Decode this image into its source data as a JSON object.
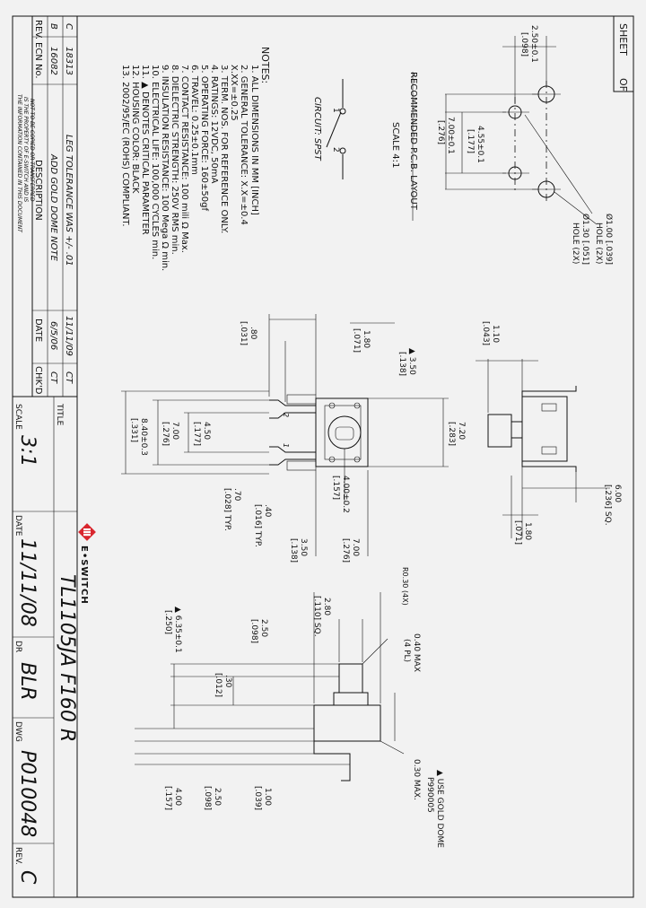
{
  "sheet_header": {
    "sheet": "SHEET",
    "of": "OF"
  },
  "revisions": {
    "headers": [
      "REV.",
      "ECN No.",
      "DESCRIPTION",
      "DATE",
      "CHK'D"
    ],
    "rows": [
      {
        "rev": "C",
        "ecn": "18313",
        "desc": "LEG TOLERANCE WAS +/- .01",
        "date": "11/11/09",
        "chk": "CT"
      },
      {
        "rev": "B",
        "ecn": "16082",
        "desc": "ADD GOLD DOME NOTE",
        "date": "6/5/06",
        "chk": "CT"
      }
    ],
    "disclaimer": [
      "THE INFORMATION CONTAINED IN THIS DOCUMENT",
      "IS THE PROPERTY OF E-SWITCH AND IS",
      "NOT TO BE COPIED OR TRANSFERRED"
    ]
  },
  "notes": {
    "title": "NOTES:",
    "items": [
      "1. ALL DIMENSIONS IN MM [INCH]",
      "2. GENERAL TOLERANCE: X.X=±0.4",
      "          X.XX=±0.25",
      "3. TERM. NOS. FOR REFERENCE ONLY.",
      "4. RATINGS: 12VDC, 50mA",
      "5. OPERATING FORCE: 160±50gf",
      "6. TRAVEL: 0.25±0.1mm",
      "7. CONTACT RESISTANCE: 100 mili Ω Max.",
      "8. DIELECTRIC STRENGTH: 250V RMS min.",
      "9. INSULATION RESISTANCE: 100 Mega Ω min.",
      "10. ELECTRICAL LIFE: 100,000 CYCLES min.",
      "11. ▲ DENOTES CRITICAL PARAMETER",
      "12. HOUSING COLOR: BLACK",
      "13. 2002/95/EC (ROHS) COMPLIANT."
    ]
  },
  "pcb_layout": {
    "title": "RECOMMENDED P.C.B. LAYOUT",
    "scale": "SCALE  4:1",
    "hole_small": [
      "Ø1.00 [.039]",
      "HOLE (2X)"
    ],
    "hole_large": [
      "Ø1.30 [.051]",
      "HOLE (2X)"
    ],
    "dims": [
      "2.50±0.1",
      "[.098]",
      "4.55±0.1",
      "[.177]",
      "7.00±0.1",
      "[.276]"
    ]
  },
  "circuit": {
    "label": "CIRCUIT: SPST",
    "pin1": "1",
    "pin2": "2"
  },
  "side_view_dims": [
    "1.10",
    "[.043]",
    "6.00",
    "[.236] SQ.",
    "1.80",
    "[.071]"
  ],
  "top_view_dims": {
    "top": [
      "1.80",
      "[.071]",
      ".80",
      "[.031]",
      "▲ 3.50",
      "[.138]"
    ],
    "left": [
      "4.50",
      "[.177]",
      "7.00",
      "[.276]",
      "8.40±0.3",
      "[.331]"
    ],
    "right": [
      "7.20",
      "[.283]"
    ],
    "bottom": [
      "4.00±0.2",
      "[.157]",
      "7.00",
      "[.276]",
      ".40",
      "[.016] TYP.",
      ".70",
      "[.028] TYP.",
      "3.50",
      "[.138]"
    ],
    "pins": [
      "2",
      "1",
      "2",
      "1"
    ]
  },
  "front_view_dims": [
    "R0.30 (4X)",
    "2.80",
    "[.110] SQ.",
    "2.50",
    "[.098]",
    "0.40 MAX",
    "(4 PL)",
    "▲ 6.35±0.1",
    "[.250]",
    ".30",
    "[.012]",
    "0.30 MAX.",
    "▲ USE GOLD DOME",
    "P990005",
    "1.00",
    "[.039]",
    "2.50",
    "[.098]",
    "4.00",
    "[.157]"
  ],
  "title_block": {
    "title_label": "TITLE",
    "brand": "E•SWITCH",
    "part": "TL1105JA F160 R",
    "scale_label": "SCALE",
    "scale": "3:1",
    "date_label": "DATE",
    "date": "11/11/08",
    "dr_label": "DR",
    "dr": "BLR",
    "dwg_label": "DWG",
    "dwg": "P010048",
    "rev_label": "REV.",
    "rev": "C"
  },
  "colors": {
    "background": "#f2f2f2",
    "ink": "#111111",
    "logo": "#d9262e"
  }
}
